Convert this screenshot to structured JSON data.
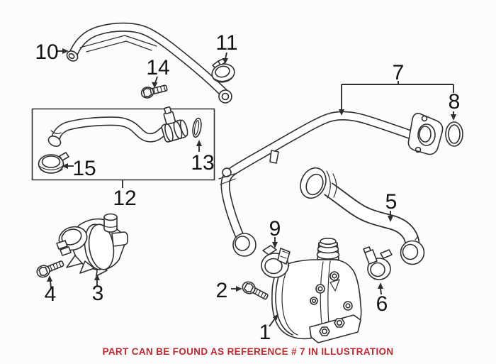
{
  "colors": {
    "background": "#fcfcfc",
    "line": "#2e2e2e",
    "label": "#141414",
    "caption": "#c1272d"
  },
  "caption": "PART CAN BE FOUND AS REFERENCE # 7 IN ILLUSTRATION",
  "callouts": [
    {
      "ref": "1",
      "part": "electric-coolant-pump"
    },
    {
      "ref": "2",
      "part": "pump-mounting-bolt"
    },
    {
      "ref": "3",
      "part": "thermostat-assembly"
    },
    {
      "ref": "4",
      "part": "thermostat-bolt"
    },
    {
      "ref": "5",
      "part": "coolant-hose"
    },
    {
      "ref": "6",
      "part": "hose-clamp"
    },
    {
      "ref": "7",
      "part": "coolant-pipe"
    },
    {
      "ref": "8",
      "part": "o-ring-seal"
    },
    {
      "ref": "9",
      "part": "hose-clamp"
    },
    {
      "ref": "10",
      "part": "vent-hose"
    },
    {
      "ref": "11",
      "part": "hose-clamp"
    },
    {
      "ref": "12",
      "part": "hose-assembly"
    },
    {
      "ref": "13",
      "part": "o-ring-seal"
    },
    {
      "ref": "14",
      "part": "pipe-bolt"
    },
    {
      "ref": "15",
      "part": "hose-clamp"
    }
  ]
}
